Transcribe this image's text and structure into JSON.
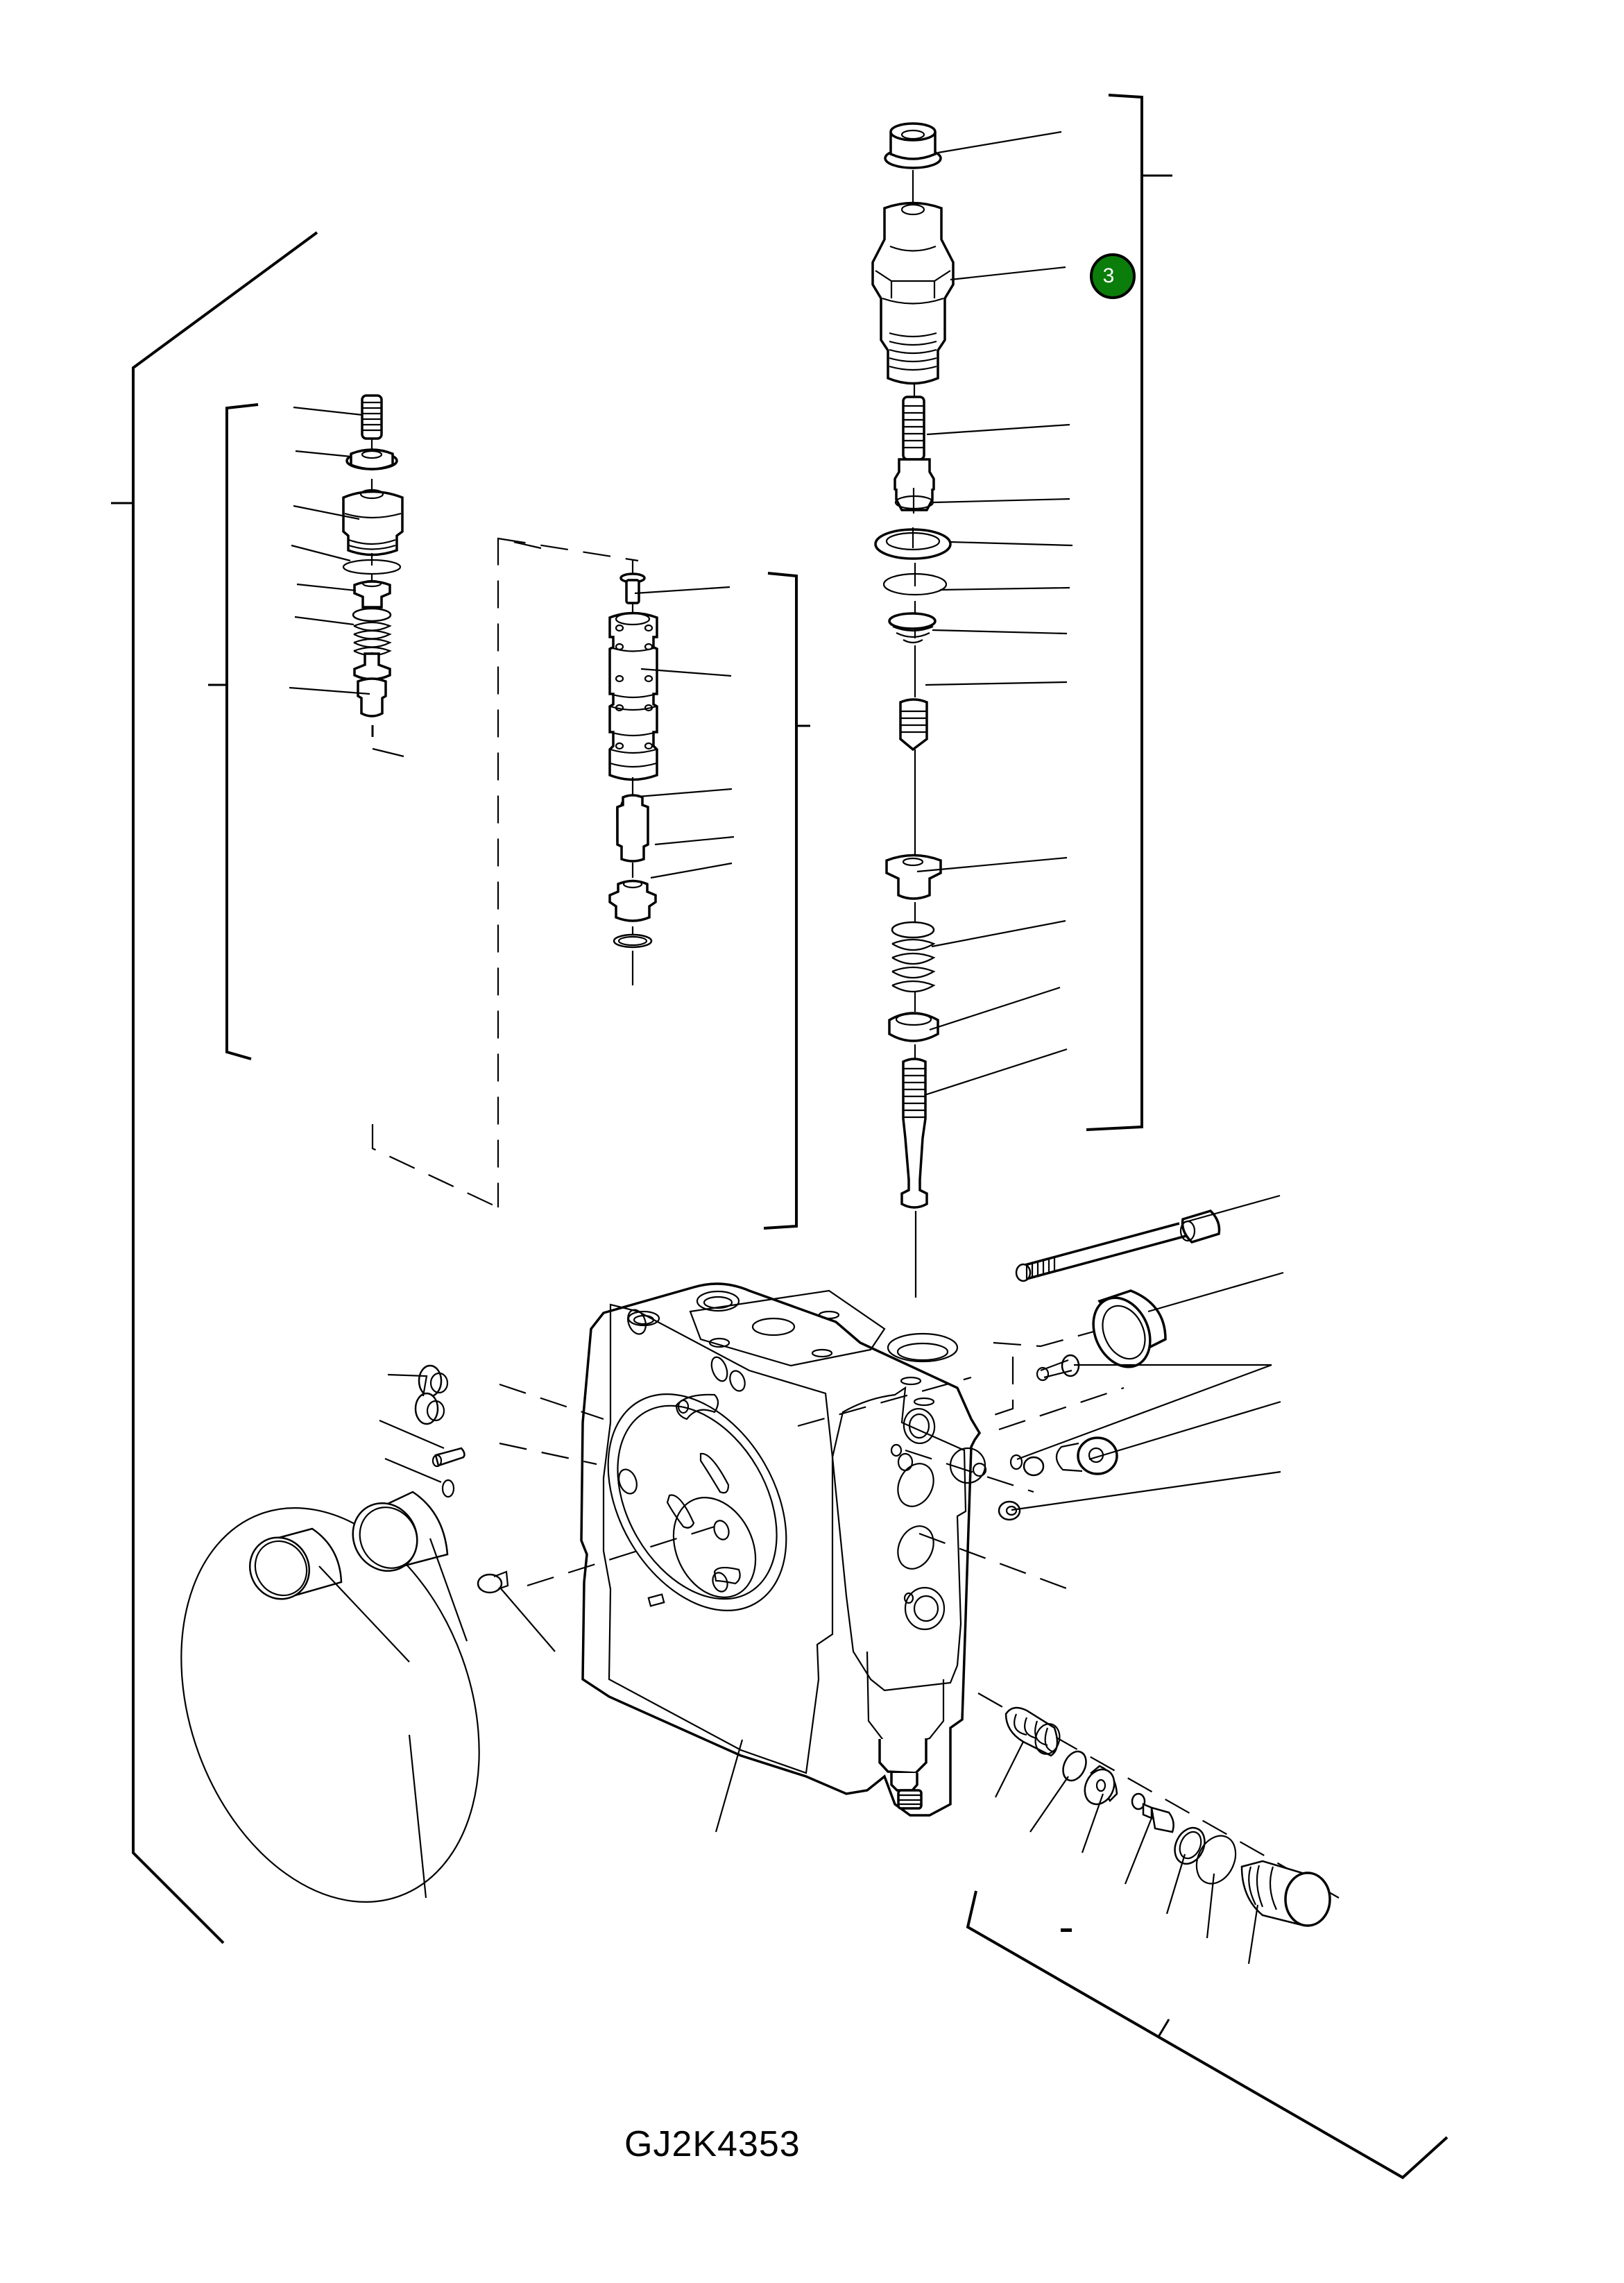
{
  "diagram": {
    "type": "exploded-parts-view",
    "drawing_id": "GJ2K4353",
    "callouts": [
      {
        "number": "3",
        "color": "#0a7d0a",
        "text_color": "#ffffff"
      }
    ],
    "mark": "-"
  },
  "groups": [
    {
      "name": "pressure-relief-cartridge-top-right",
      "parts": [
        "flange-nut",
        "hex-body-adapter",
        "threaded-adjuster",
        "o-ring-small",
        "washer",
        "o-ring-large",
        "poppet-seat",
        "threaded-poppet",
        "spring-guide",
        "spring",
        "spring-seat",
        "valve-stem"
      ]
    },
    {
      "name": "cartridge-left",
      "parts": [
        "set-screw",
        "flange-nut",
        "hex-body",
        "o-ring",
        "seat",
        "spring",
        "piston-seat",
        "piston"
      ]
    },
    {
      "name": "spool-middle",
      "parts": [
        "pin",
        "spool",
        "piston",
        "plug",
        "o-ring"
      ]
    },
    {
      "name": "housing-right-side",
      "parts": [
        "cap-screw",
        "bushing",
        "plug-screws",
        "plug",
        "set-plug"
      ]
    },
    {
      "name": "lower-right-cartridge",
      "parts": [
        "spring",
        "o-ring",
        "cup",
        "poppet",
        "backup-ring",
        "o-ring",
        "plug"
      ]
    },
    {
      "name": "lower-left",
      "parts": [
        "seal-disc",
        "sleeve",
        "bushing",
        "plugs",
        "pin",
        "ball",
        "screw"
      ]
    }
  ]
}
